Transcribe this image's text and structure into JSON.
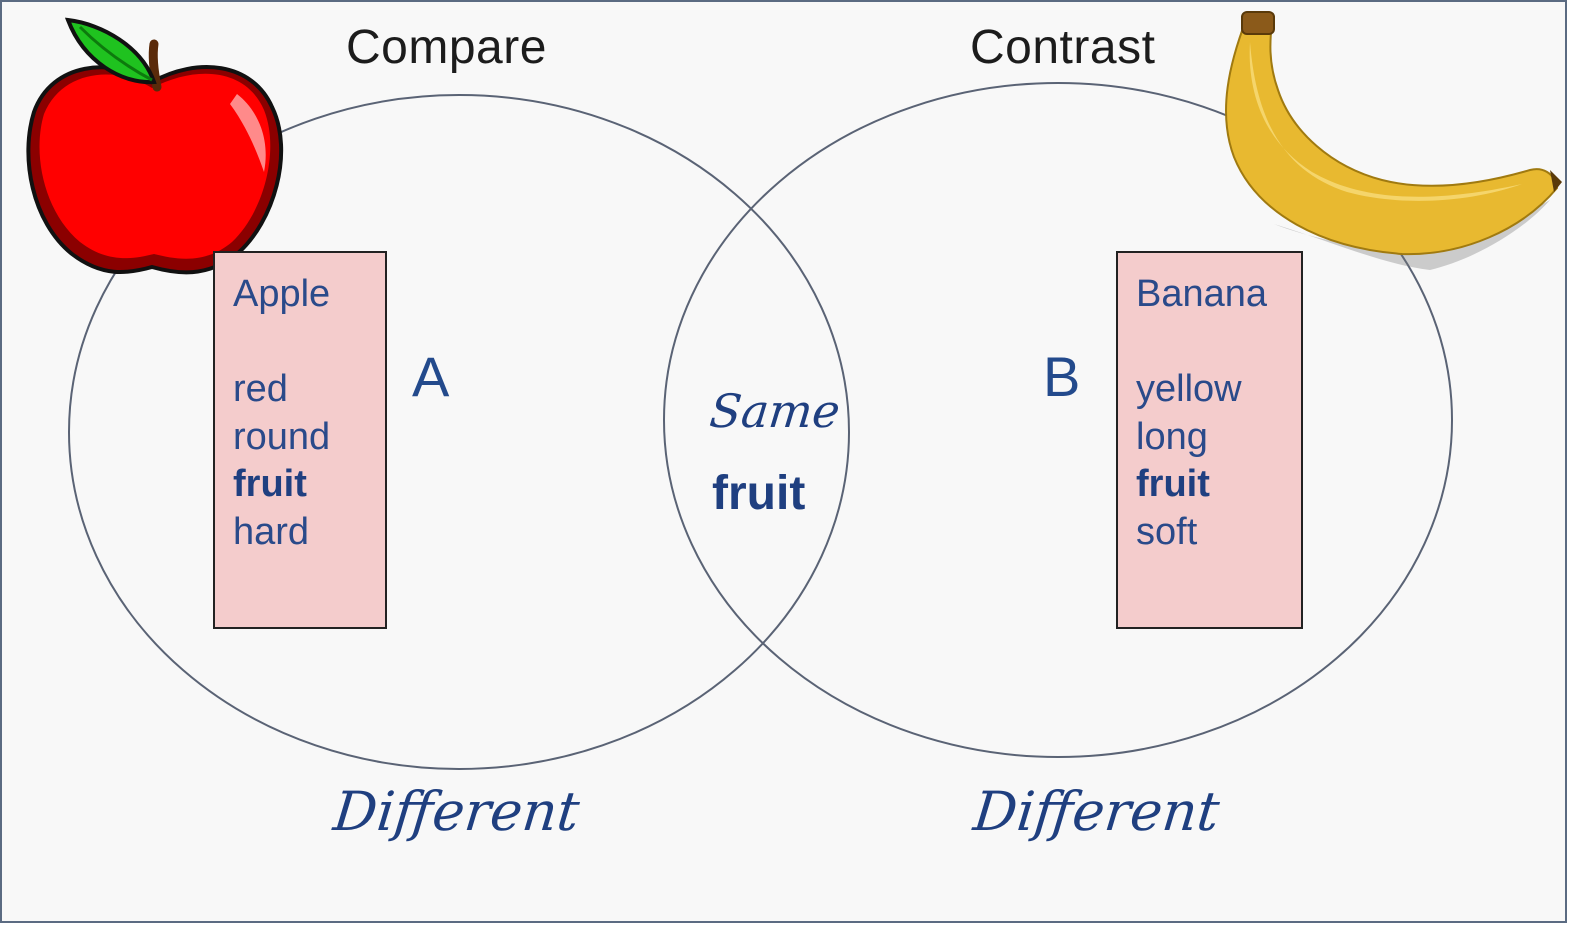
{
  "headings": {
    "compare": "Compare",
    "contrast": "Contrast"
  },
  "set_a": {
    "letter": "A",
    "title": "Apple",
    "traits": [
      "red",
      "round",
      "fruit",
      "hard"
    ],
    "image_icon": "apple-icon"
  },
  "set_b": {
    "letter": "B",
    "title": "Banana",
    "traits": [
      "yellow",
      "long",
      "fruit",
      "soft"
    ],
    "image_icon": "banana-icon"
  },
  "overlap": {
    "label": "Same",
    "shared": "fruit"
  },
  "bottom_labels": {
    "left": "Different",
    "right": "Different"
  },
  "colors": {
    "box_fill": "#f4cccc",
    "text_blue": "#2a4a8a",
    "circle_stroke": "#5a6375",
    "apple_red": "#ff0000",
    "banana_yellow": "#f2c94c"
  }
}
